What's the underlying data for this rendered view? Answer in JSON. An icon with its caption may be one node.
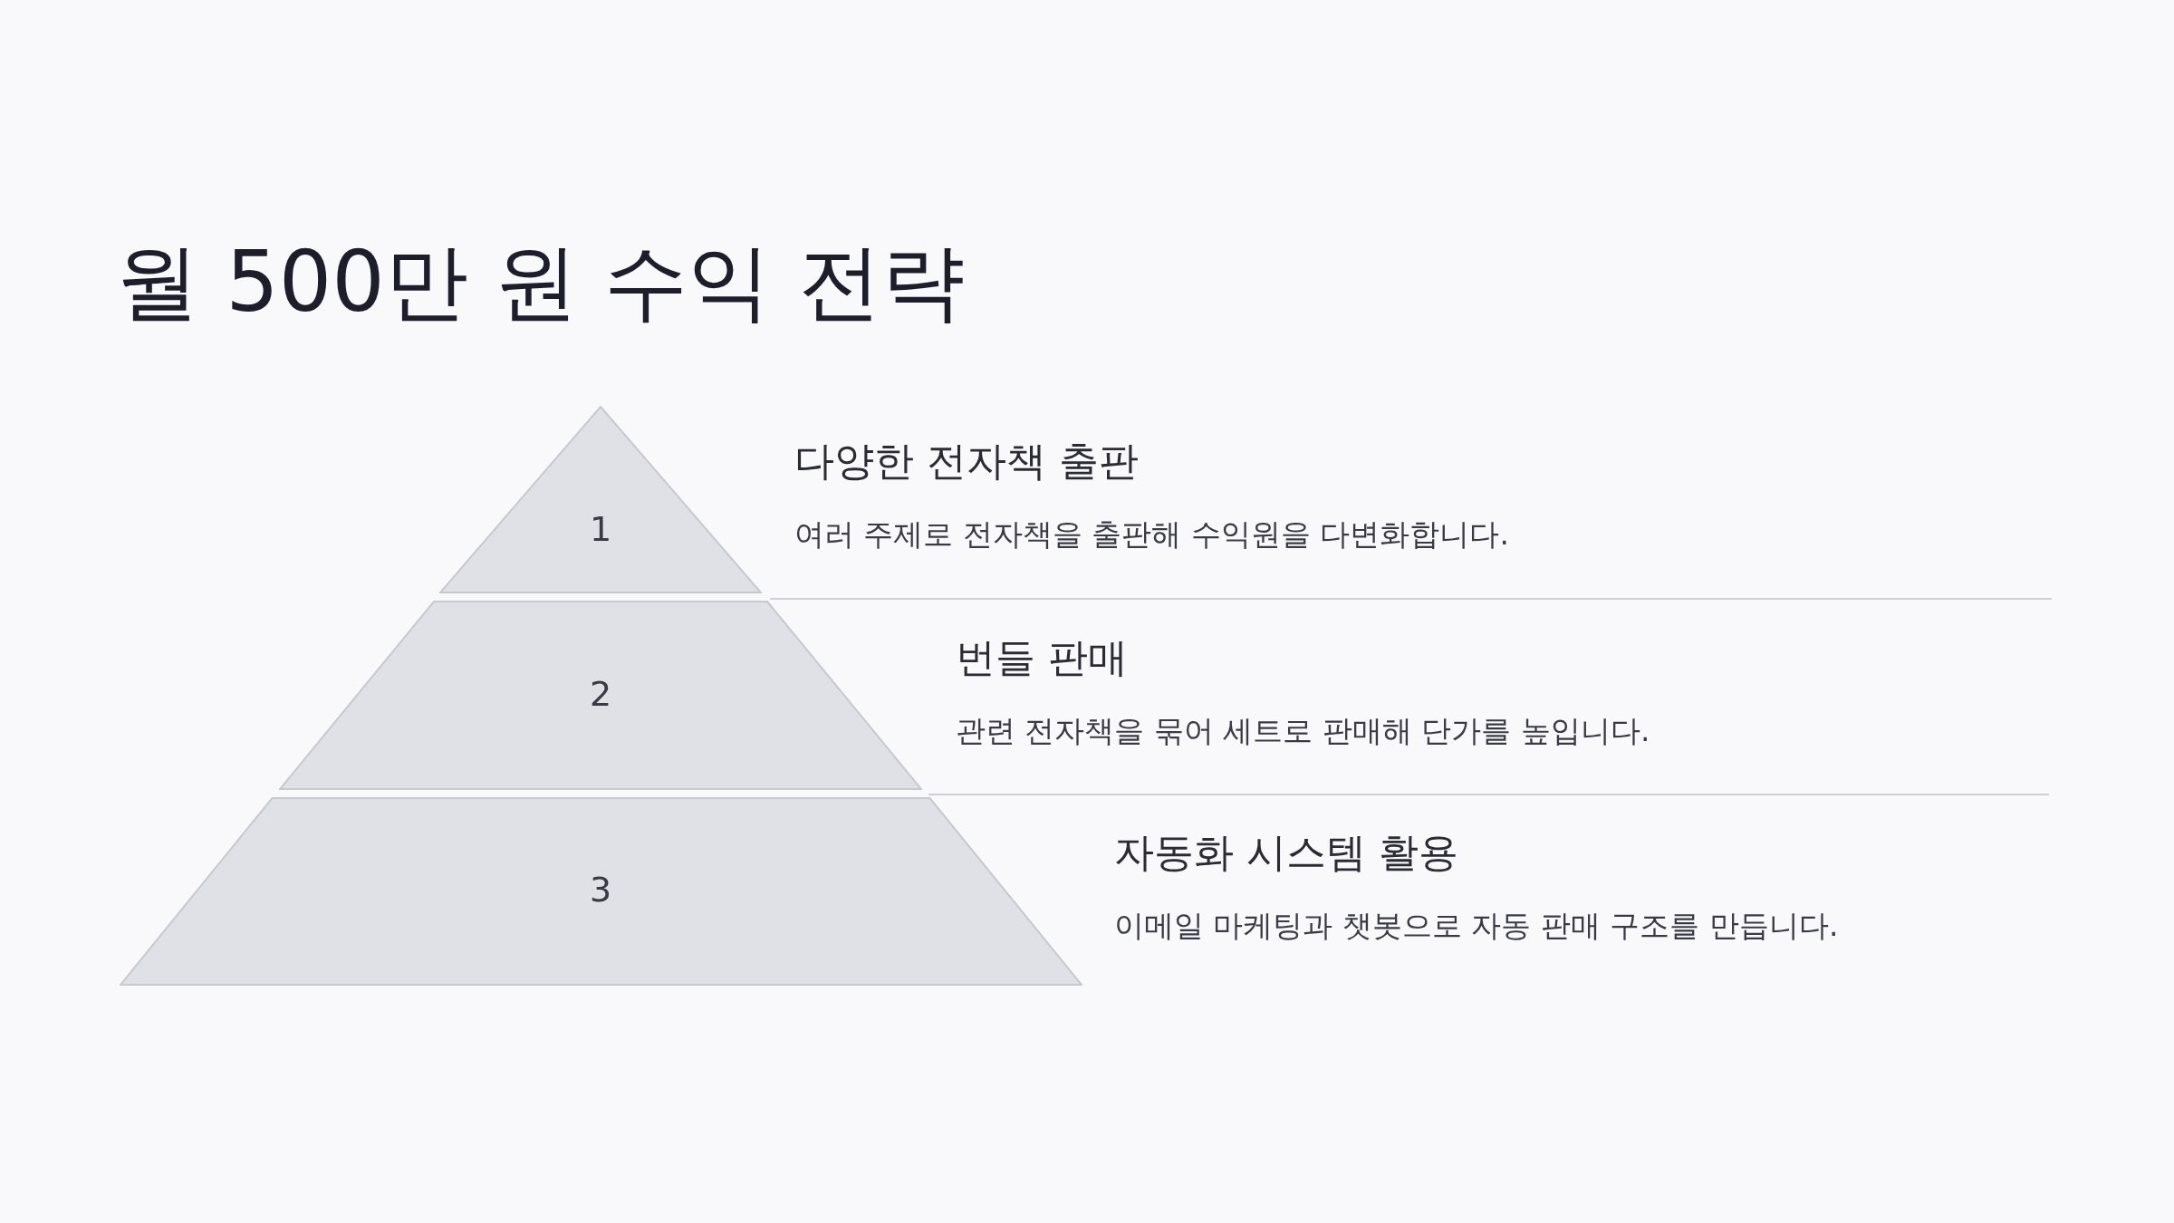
{
  "diagram": {
    "title": "월 500만 원 수익 전략",
    "nodes": [
      {
        "text": [
          "1"
        ],
        "beside": [
          "다양한 전자책 출판",
          "여러 주제로 전자책을 출판해 수익원을 다변화합니다."
        ]
      },
      {
        "text": [
          "2"
        ],
        "beside": [
          "번들 판매",
          "관련 전자책을 묶어 세트로 판매해 단가를 높입니다."
        ]
      },
      {
        "text": [
          "3"
        ],
        "beside": [
          "자동화 시스템 활용",
          "이메일 마케팅과 챗봇으로 자동 판매 구조를 만듭니다."
        ]
      }
    ]
  }
}
